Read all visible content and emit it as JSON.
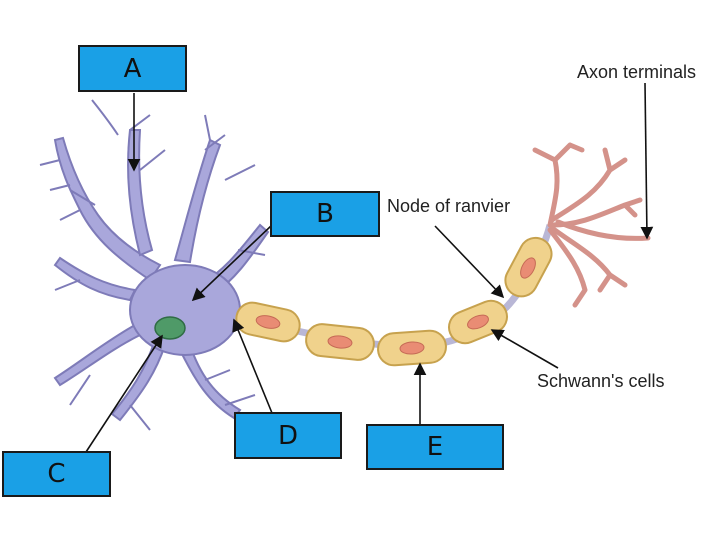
{
  "labels": {
    "axon_terminals": "Axon terminals",
    "node_of_ranvier": "Node of ranvier",
    "schwann_cells": "Schwann's cells"
  },
  "boxes": {
    "a": "A",
    "b": "B",
    "c": "C",
    "d": "D",
    "e": "E"
  },
  "colors": {
    "box_fill": "#1aa0e6",
    "cell_body": "#a9a7db",
    "nucleus": "#4f9a68",
    "myelin": "#f0d28c",
    "myelin_outline": "#c7a24e",
    "schwann_nucleus": "#e98c74",
    "axon_terminal": "#d4928a"
  }
}
